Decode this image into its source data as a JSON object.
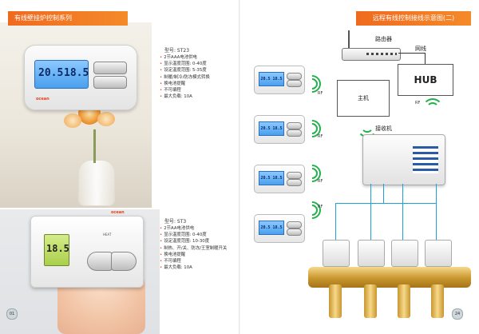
{
  "left_page": {
    "header": "有线壁挂炉控制系列",
    "product1": {
      "model": "型号: ST23",
      "specs": [
        "2节AAA电池供电",
        "显示温度范围: 0-40度",
        "设定温度范围: 5-35度",
        "制暖/制冷/防冻模式转换",
        "换电池提醒",
        "不可编程",
        "最大负载: 10A"
      ],
      "lcd_left": "20.5",
      "lcd_right": "18.5",
      "brand": "ocean"
    },
    "product2": {
      "model": "型号: ST3",
      "specs": [
        "2节AA电池供电",
        "显示温度范围: 0-40度",
        "设定温度范围: 10-30度",
        "制热、开/关、防冻/王室制暖开关",
        "换电池提醒",
        "不可编程",
        "最大负载: 10A"
      ],
      "lcd": "18.5",
      "brand": "ocean",
      "heat_label": "HEAT"
    },
    "page_number": "01"
  },
  "right_page": {
    "header": "远程有线控制接线示意图(二)",
    "router_label": "路由器",
    "net_label": "网线",
    "hub_label": "HUB",
    "host_label": "主机",
    "receiver_label": "接收机",
    "rf_label": "RF",
    "thermostats": [
      {
        "lcd": "20.5  18.5"
      },
      {
        "lcd": "20.5  18.5"
      },
      {
        "lcd": "20.5  18.5"
      },
      {
        "lcd": "20.5  18.5"
      }
    ],
    "page_number": "24"
  },
  "colors": {
    "accent": "#ef6a1f",
    "wire": "#1aa3d8",
    "rf_wave": "#22b04b",
    "lcd": "#4aa0ee"
  }
}
